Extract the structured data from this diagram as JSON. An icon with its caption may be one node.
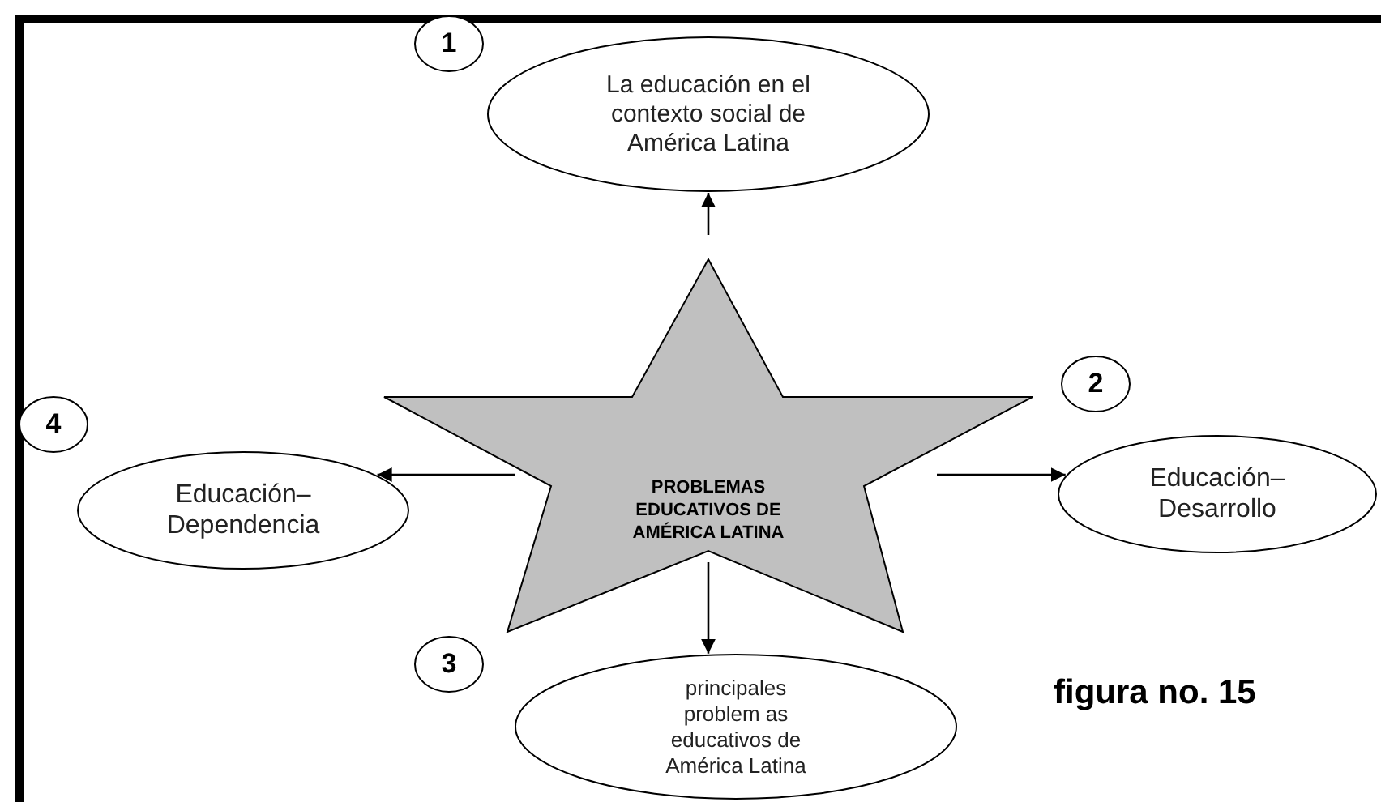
{
  "diagram": {
    "nodes": [
      {
        "text": [
          "1"
        ]
      },
      {
        "text": [
          "La educación en el contexto social de América Latina"
        ]
      },
      {
        "text": [
          "2"
        ]
      },
      {
        "text": [
          "PROBLEMAS EDUCATIVOS DE AMÉRICA LATINA"
        ]
      },
      {
        "text": [
          "4"
        ]
      },
      {
        "text": [
          "Educación– Dependencia"
        ]
      },
      {
        "text": [
          "Educación– Desarrollo"
        ]
      },
      {
        "text": [
          "3"
        ]
      },
      {
        "text": [
          "principales problem as educativos de América Latina"
        ]
      }
    ],
    "edges": [
      {
        "from": 3,
        "to": 1,
        "arrow": "to"
      },
      {
        "from": 3,
        "to": 6,
        "arrow": "to"
      },
      {
        "from": 3,
        "to": 8,
        "arrow": "to"
      },
      {
        "from": 3,
        "to": 5,
        "arrow": "to"
      }
    ],
    "labels": [
      "figura no. 15"
    ]
  }
}
